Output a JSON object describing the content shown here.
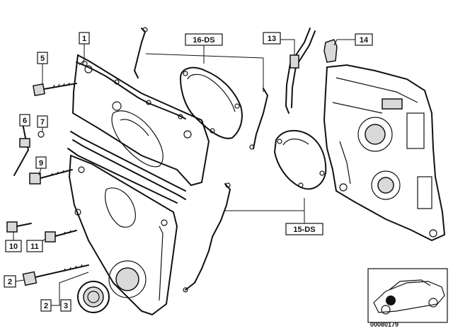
{
  "callouts": {
    "c1": "1",
    "c5": "5",
    "c6": "6",
    "c7": "7",
    "c9": "9",
    "c10": "10",
    "c11": "11",
    "c2a": "2",
    "c2b": "2",
    "c3": "3",
    "c13": "13",
    "c14": "14",
    "c16": "16-DS",
    "c15": "15-DS"
  },
  "thumbnail": {
    "code": "00080179"
  }
}
